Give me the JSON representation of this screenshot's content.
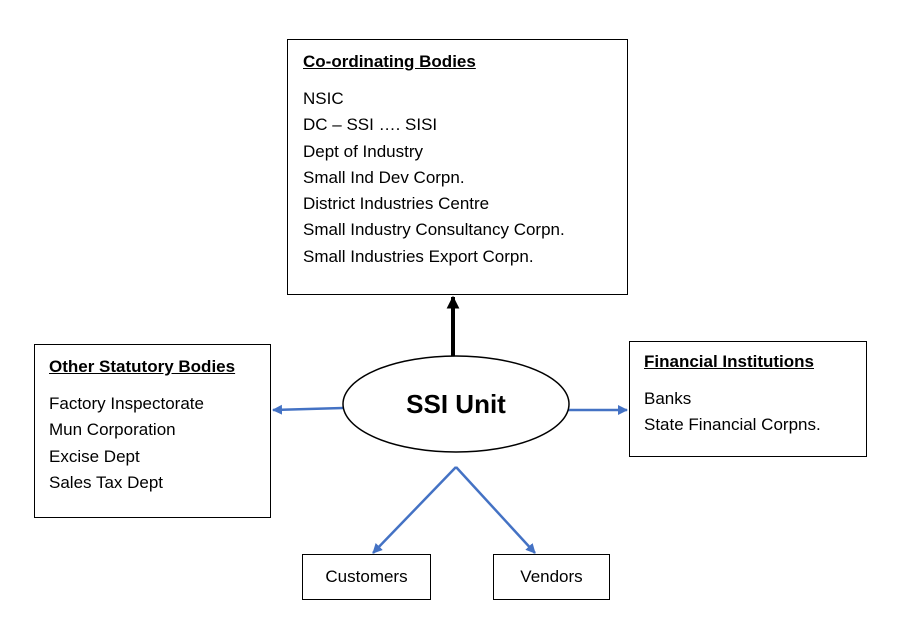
{
  "center": {
    "label": "SSI Unit"
  },
  "coordinating": {
    "title": "Co-ordinating Bodies",
    "items": [
      "NSIC",
      "DC – SSI …. SISI",
      "Dept of Industry",
      "Small Ind Dev Corpn.",
      "District Industries Centre",
      "Small Industry Consultancy Corpn.",
      "Small Industries Export Corpn."
    ]
  },
  "statutory": {
    "title": "Other Statutory Bodies",
    "items": [
      "Factory Inspectorate",
      "Mun Corporation",
      "Excise Dept",
      "Sales Tax Dept"
    ]
  },
  "financial": {
    "title": "Financial Institutions",
    "items": [
      "Banks",
      "State Financial Corpns."
    ]
  },
  "customers": {
    "label": "Customers"
  },
  "vendors": {
    "label": "Vendors"
  },
  "colors": {
    "blue_arrow": "#4472c4",
    "black_arrow": "#000000",
    "outline": "#000000"
  }
}
